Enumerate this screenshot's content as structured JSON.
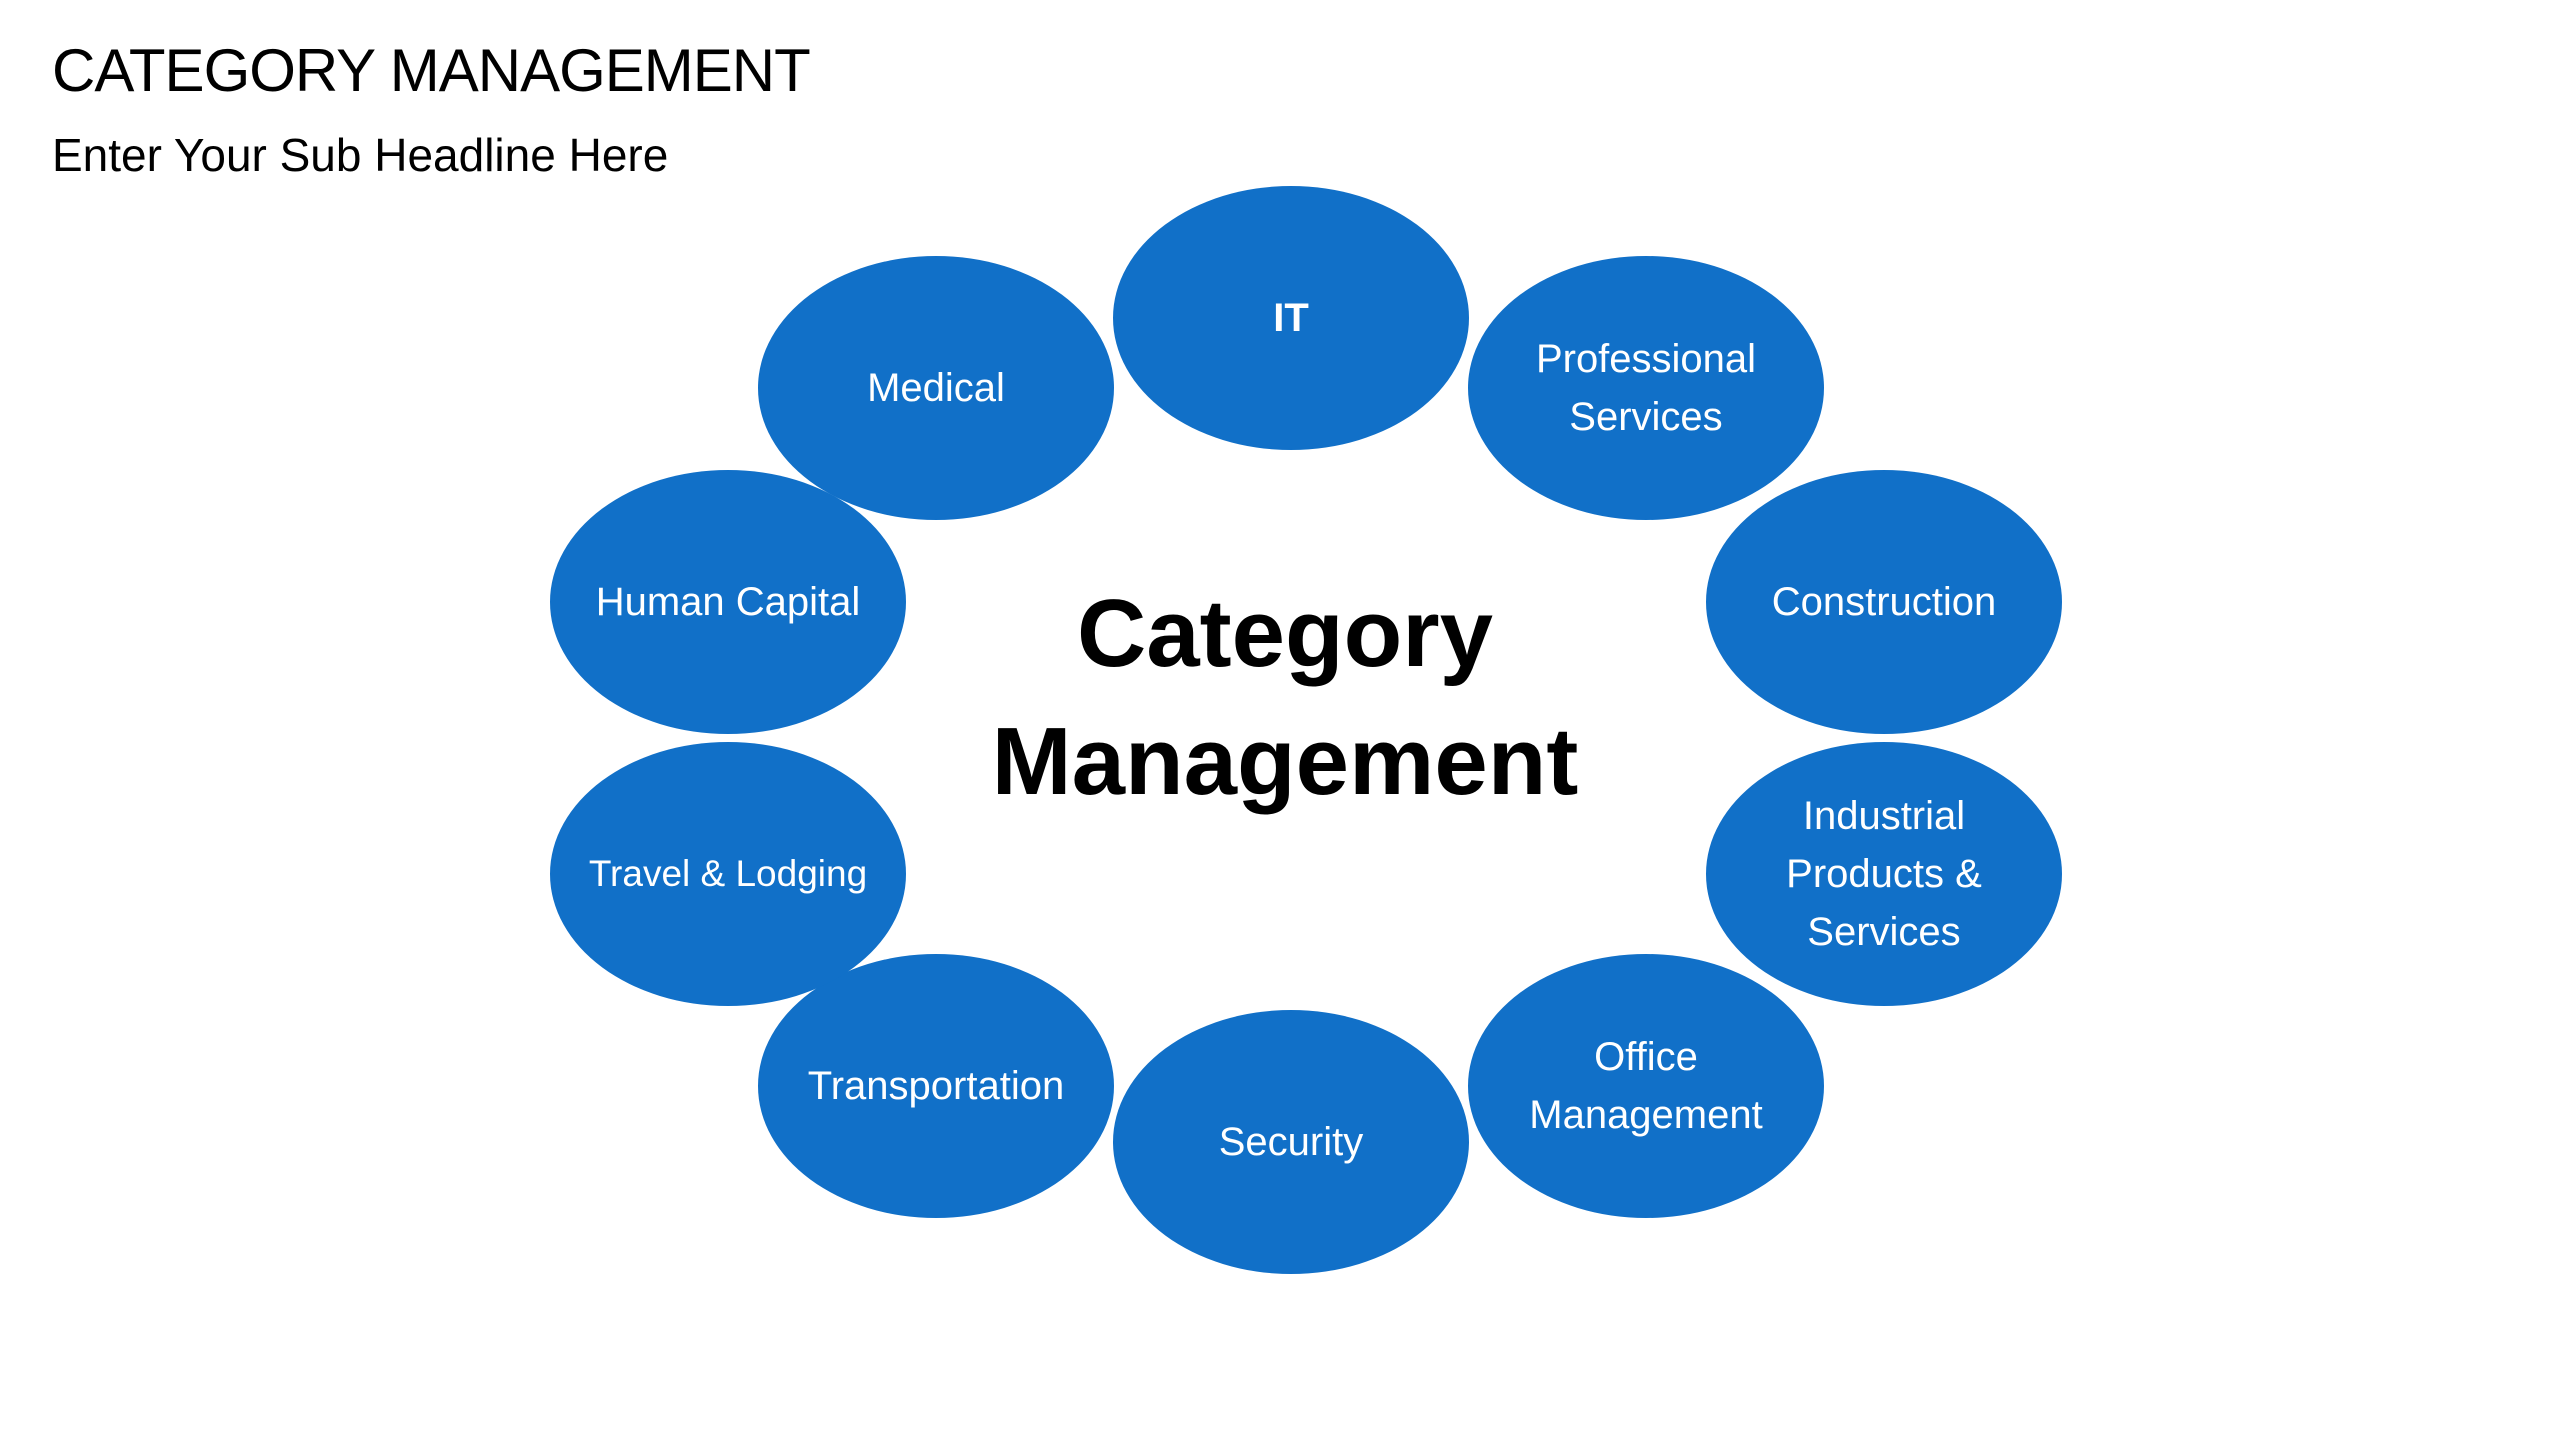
{
  "header": {
    "title": "CATEGORY MANAGEMENT",
    "subtitle": "Enter Your Sub Headline Here"
  },
  "center": {
    "line1": "Category",
    "line2": "Management"
  },
  "categories": [
    {
      "label": "IT"
    },
    {
      "label": "Professional\nServices"
    },
    {
      "label": "Construction"
    },
    {
      "label": "Industrial\nProducts &\nServices"
    },
    {
      "label": "Office\nManagement"
    },
    {
      "label": "Security"
    },
    {
      "label": "Transportation"
    },
    {
      "label": "Travel & Lodging"
    },
    {
      "label": "Human Capital"
    },
    {
      "label": "Medical"
    }
  ],
  "colors": {
    "ellipse_fill": "#1170c8",
    "ellipse_text": "#ffffff",
    "text": "#000000",
    "background": "#ffffff"
  }
}
